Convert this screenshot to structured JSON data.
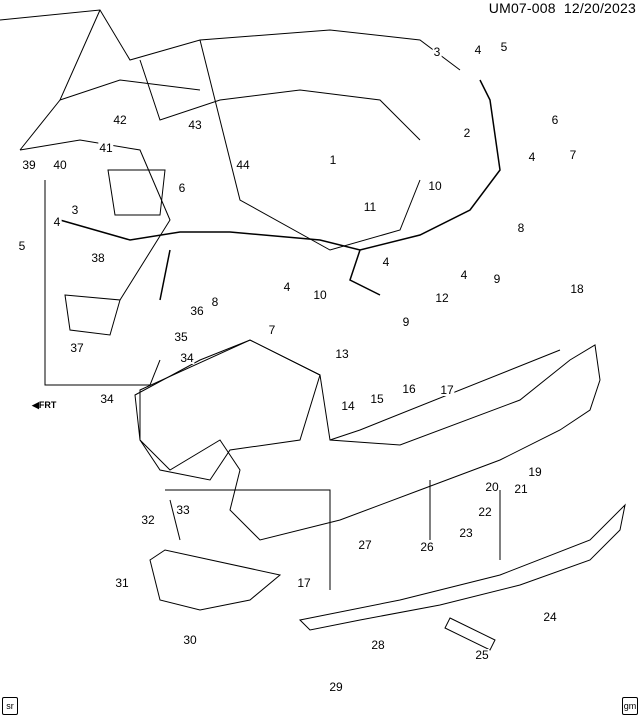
{
  "header": {
    "code": "UM07-008",
    "date": "12/20/2023"
  },
  "front_indicator": "FRT",
  "corner_badges": {
    "left": "sr",
    "right": "gm"
  },
  "callouts": [
    "1",
    "2",
    "3",
    "4",
    "5",
    "6",
    "7",
    "4",
    "8",
    "10",
    "11",
    "9",
    "4",
    "4",
    "12",
    "9",
    "10",
    "4",
    "7",
    "8",
    "36",
    "35",
    "37",
    "38",
    "5",
    "4",
    "3",
    "39",
    "40",
    "41",
    "42",
    "43",
    "44",
    "6",
    "13",
    "18",
    "34",
    "34",
    "14",
    "15",
    "16",
    "17",
    "19",
    "20",
    "21",
    "22",
    "23",
    "26",
    "27",
    "24",
    "25",
    "28",
    "29",
    "17",
    "30",
    "31",
    "32",
    "33"
  ]
}
